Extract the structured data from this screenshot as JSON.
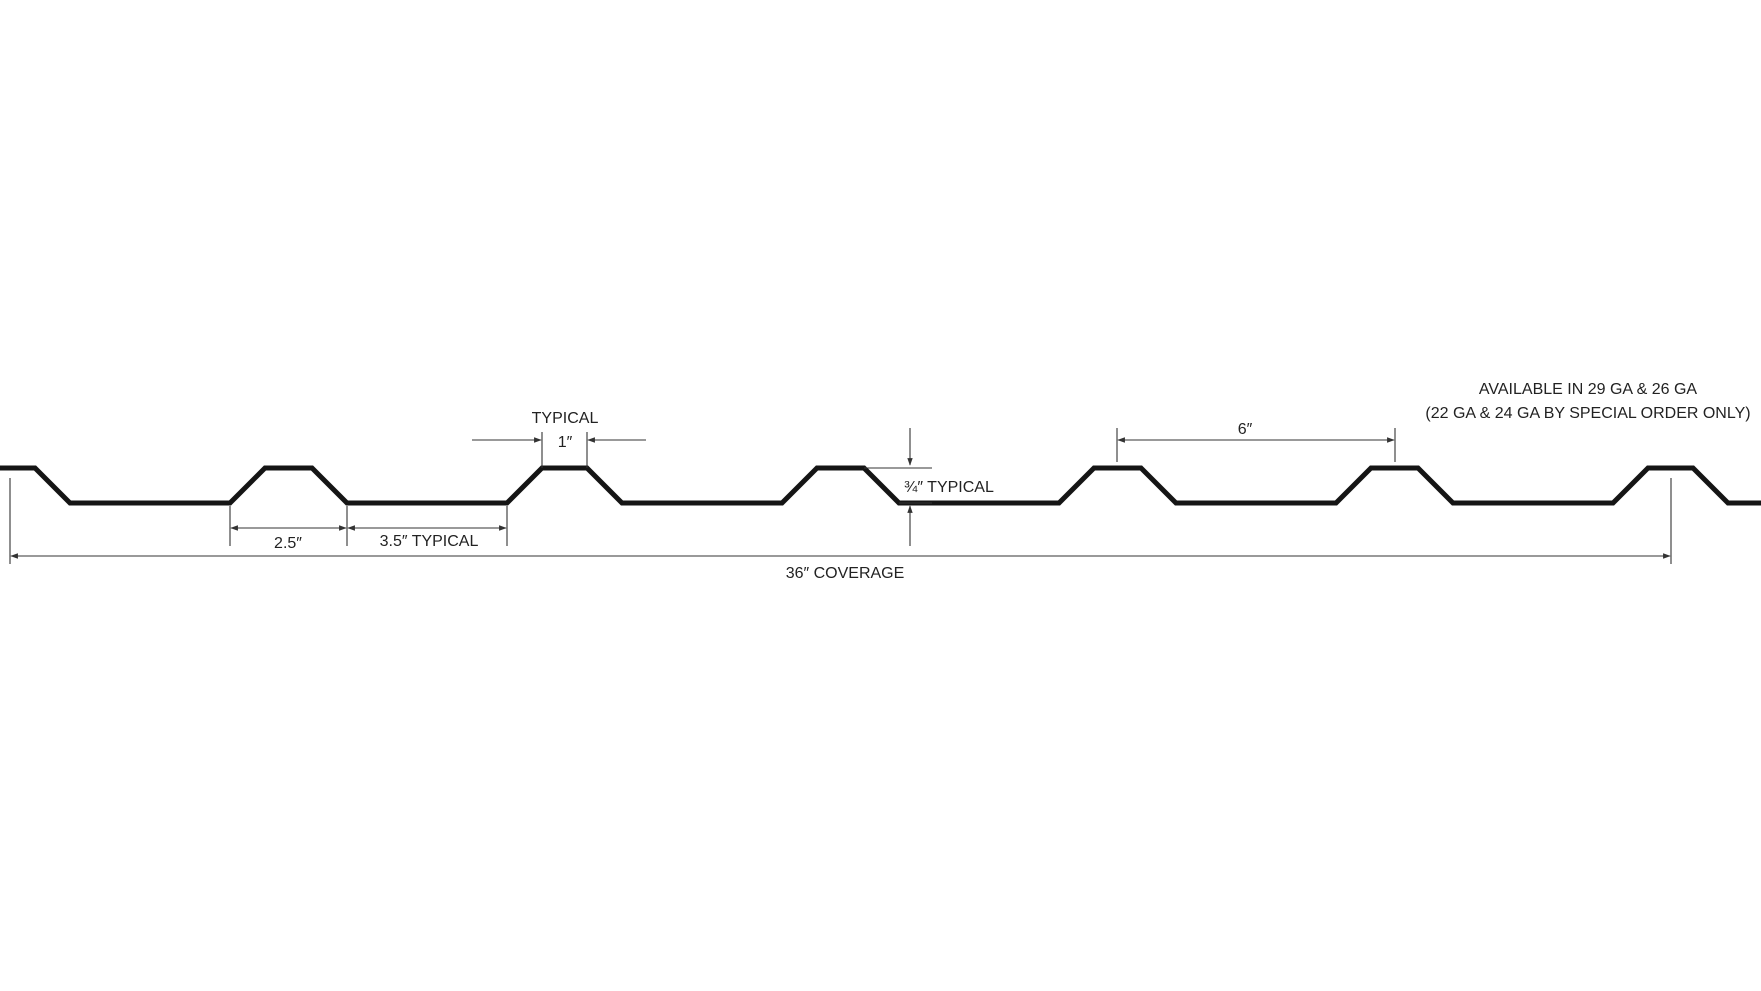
{
  "diagram": {
    "colors": {
      "profile": "#151515",
      "dimension": "#333333",
      "text": "#222222",
      "background": "#ffffff"
    },
    "labels": {
      "typical_top": "TYPICAL",
      "rib_top_width": "1″",
      "rib_height": "¾″ TYPICAL",
      "rib_spacing": "6″",
      "rib_base_width": "2.5″",
      "flat_width": "3.5″ TYPICAL",
      "coverage": "36″ COVERAGE",
      "availability_line1": "AVAILABLE IN 29 GA & 26 GA",
      "availability_line2": "(22 GA & 24 GA BY SPECIAL ORDER ONLY)"
    }
  }
}
